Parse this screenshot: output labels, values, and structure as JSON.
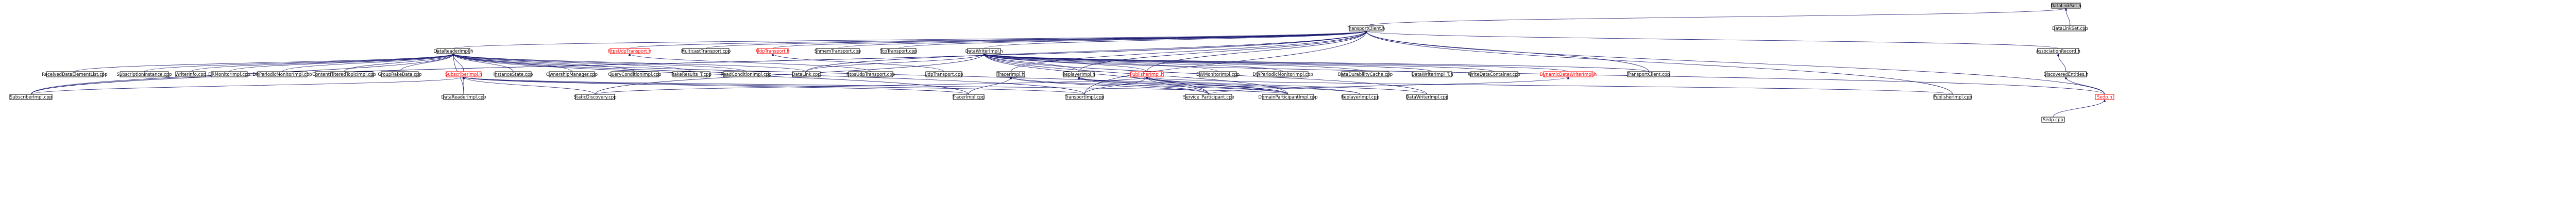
{
  "graph": {
    "edge_color": "#191970",
    "root_fill": "#bfbfbf",
    "red_label_color": "#ff0000",
    "nodes": {
      "datalinkset_h": {
        "label": "DataLinkSet.h",
        "root": true
      },
      "datalinkset_cpp": {
        "label": "DataLinkSet.cpp"
      },
      "transportclient_h": {
        "label": "TransportClient.h"
      },
      "datareaderimpl_h": {
        "label": "DataReaderImpl.h"
      },
      "rtpsudptransport_h": {
        "label": "RtpsUdpTransport.h",
        "red": true
      },
      "multicasttransport_cpp": {
        "label": "MulticastTransport.cpp"
      },
      "udptransport_h": {
        "label": "UdpTransport.h",
        "red": true
      },
      "shmemtransport_cpp": {
        "label": "ShmemTransport.cpp"
      },
      "tcptransport_cpp": {
        "label": "TcpTransport.cpp"
      },
      "datawriterimpl_h": {
        "label": "DataWriterImpl.h"
      },
      "associationrecord_h": {
        "label": "AssociationRecord.h"
      },
      "receiveddataelementlist_cpp": {
        "label": "ReceivedDataElementList.cpp"
      },
      "subscriptioninstance_cpp": {
        "label": "SubscriptionInstance.cpp"
      },
      "writerinfo_cpp": {
        "label": "WriterInfo.cpp"
      },
      "drmonitorimpl_cpp": {
        "label": "DRMonitorImpl.cpp"
      },
      "drperiodicmonitorimpl_cpp": {
        "label": "DRPeriodicMonitorImpl.cpp"
      },
      "contentfilteredtopicimpl_cpp": {
        "label": "ContentFilteredTopicImpl.cpp"
      },
      "groupraketdata_cpp": {
        "label": "GroupRakeData.cpp"
      },
      "subscriberimpl_h": {
        "label": "SubscriberImpl.h",
        "red": true
      },
      "instancestate_cpp": {
        "label": "InstanceState.cpp"
      },
      "ownershipmanager_cpp": {
        "label": "OwnershipManager.cpp"
      },
      "queryconditionimpl_cpp": {
        "label": "QueryConditionImpl.cpp"
      },
      "rakeresults_t_cpp": {
        "label": "RakeResults_T.cpp"
      },
      "readconditionimpl_cpp": {
        "label": "ReadConditionImpl.cpp"
      },
      "datalink_cpp": {
        "label": "DataLink.cpp"
      },
      "rtpsudptransport_cpp": {
        "label": "RtpsUdpTransport.cpp"
      },
      "udptransport_cpp": {
        "label": "UdpTransport.cpp"
      },
      "tracerimpl_h": {
        "label": "TracerImpl.h"
      },
      "replayerimpl_h": {
        "label": "ReplayerImpl.h"
      },
      "publisherimpl_h": {
        "label": "PublisherImpl.h",
        "red": true
      },
      "dwmonitorimpl_cpp": {
        "label": "DWMonitorImpl.cpp"
      },
      "dwperiodicmonitorimpl_cpp": {
        "label": "DWPeriodicMonitorImpl.cpp"
      },
      "datadurabilitycache_cpp": {
        "label": "DataDurabilityCache.cpp"
      },
      "datawriterimpl_t_h": {
        "label": "DataWriterImpl_T.h"
      },
      "writedatacontainer_cpp": {
        "label": "WriteDataContainer.cpp"
      },
      "dynamicdatawriterimpl_h": {
        "label": "DynamicDataWriterImpl.h",
        "red": true
      },
      "transportclient_cpp": {
        "label": "TransportClient.cpp"
      },
      "discoveredentities_h": {
        "label": "DiscoveredEntities.h"
      },
      "subscriberimpl_cpp": {
        "label": "SubscriberImpl.cpp"
      },
      "datareaderimpl_cpp": {
        "label": "DataReaderImpl.cpp"
      },
      "staticdiscovery_cpp": {
        "label": "StaticDiscovery.cpp"
      },
      "tracerimpl_cpp": {
        "label": "TracerImpl.cpp"
      },
      "transportimpl_cpp": {
        "label": "TransportImpl.cpp"
      },
      "service_participant_cpp": {
        "label": "Service_Participant.cpp"
      },
      "domainparticipantimpl_cpp": {
        "label": "DomainParticipantImpl.cpp"
      },
      "replayerimpl_cpp": {
        "label": "ReplayerImpl.cpp"
      },
      "datawriterimpl_cpp": {
        "label": "DataWriterImpl.cpp"
      },
      "publisherimpl_cpp": {
        "label": "PublisherImpl.cpp"
      },
      "sedp_h": {
        "label": "Sedp.h",
        "red": true
      },
      "sedp_cpp": {
        "label": "Sedp.cpp"
      }
    },
    "edges": [
      [
        "datalinkset_h",
        "datalinkset_cpp"
      ],
      [
        "datalinkset_h",
        "transportclient_h"
      ],
      [
        "transportclient_h",
        "datareaderimpl_h"
      ],
      [
        "transportclient_h",
        "rtpsudptransport_h"
      ],
      [
        "transportclient_h",
        "multicasttransport_cpp"
      ],
      [
        "transportclient_h",
        "udptransport_h"
      ],
      [
        "transportclient_h",
        "shmemtransport_cpp"
      ],
      [
        "transportclient_h",
        "tcptransport_cpp"
      ],
      [
        "transportclient_h",
        "datawriterimpl_h"
      ],
      [
        "transportclient_h",
        "associationrecord_h"
      ],
      [
        "transportclient_h",
        "datalink_cpp"
      ],
      [
        "transportclient_h",
        "transportclient_cpp"
      ],
      [
        "transportclient_h",
        "transportimpl_cpp"
      ],
      [
        "transportclient_h",
        "tracerimpl_h"
      ],
      [
        "transportclient_h",
        "replayerimpl_h"
      ],
      [
        "transportclient_h",
        "publisherimpl_h"
      ],
      [
        "transportclient_h",
        "subscriberimpl_cpp"
      ],
      [
        "transportclient_h",
        "sedp_h"
      ],
      [
        "transportclient_h",
        "publisherimpl_cpp"
      ],
      [
        "datareaderimpl_h",
        "receiveddataelementlist_cpp"
      ],
      [
        "datareaderimpl_h",
        "subscriptioninstance_cpp"
      ],
      [
        "datareaderimpl_h",
        "writerinfo_cpp"
      ],
      [
        "datareaderimpl_h",
        "drmonitorimpl_cpp"
      ],
      [
        "datareaderimpl_h",
        "drperiodicmonitorimpl_cpp"
      ],
      [
        "datareaderimpl_h",
        "contentfilteredtopicimpl_cpp"
      ],
      [
        "datareaderimpl_h",
        "groupraketdata_cpp"
      ],
      [
        "datareaderimpl_h",
        "subscriberimpl_h"
      ],
      [
        "datareaderimpl_h",
        "instancestate_cpp"
      ],
      [
        "datareaderimpl_h",
        "ownershipmanager_cpp"
      ],
      [
        "datareaderimpl_h",
        "queryconditionimpl_cpp"
      ],
      [
        "datareaderimpl_h",
        "rakeresults_t_cpp"
      ],
      [
        "datareaderimpl_h",
        "readconditionimpl_cpp"
      ],
      [
        "datareaderimpl_h",
        "datalink_cpp"
      ],
      [
        "datareaderimpl_h",
        "subscriberimpl_cpp"
      ],
      [
        "datareaderimpl_h",
        "datareaderimpl_cpp"
      ],
      [
        "datareaderimpl_h",
        "transportimpl_cpp"
      ],
      [
        "datareaderimpl_h",
        "domainparticipantimpl_cpp"
      ],
      [
        "rtpsudptransport_h",
        "rtpsudptransport_cpp"
      ],
      [
        "udptransport_h",
        "udptransport_cpp"
      ],
      [
        "datawriterimpl_h",
        "dwmonitorimpl_cpp"
      ],
      [
        "datawriterimpl_h",
        "dwperiodicmonitorimpl_cpp"
      ],
      [
        "datawriterimpl_h",
        "datadurabilitycache_cpp"
      ],
      [
        "datawriterimpl_h",
        "datawriterimpl_t_h"
      ],
      [
        "datawriterimpl_h",
        "writedatacontainer_cpp"
      ],
      [
        "datawriterimpl_h",
        "dynamicdatawriterimpl_h"
      ],
      [
        "datawriterimpl_h",
        "transportclient_cpp"
      ],
      [
        "datawriterimpl_h",
        "publisherimpl_h"
      ],
      [
        "datawriterimpl_h",
        "replayerimpl_h"
      ],
      [
        "datawriterimpl_h",
        "datalink_cpp"
      ],
      [
        "datawriterimpl_h",
        "datawriterimpl_cpp"
      ],
      [
        "datawriterimpl_h",
        "domainparticipantimpl_cpp"
      ],
      [
        "datawriterimpl_h",
        "service_participant_cpp"
      ],
      [
        "datawriterimpl_h",
        "staticdiscovery_cpp"
      ],
      [
        "datawriterimpl_h",
        "sedp_h"
      ],
      [
        "associationrecord_h",
        "discoveredentities_h"
      ],
      [
        "discoveredentities_h",
        "sedp_h"
      ],
      [
        "subscriberimpl_h",
        "subscriberimpl_cpp"
      ],
      [
        "subscriberimpl_h",
        "datareaderimpl_cpp"
      ],
      [
        "subscriberimpl_h",
        "staticdiscovery_cpp"
      ],
      [
        "subscriberimpl_h",
        "tracerimpl_cpp"
      ],
      [
        "subscriberimpl_h",
        "transportimpl_cpp"
      ],
      [
        "subscriberimpl_h",
        "domainparticipantimpl_cpp"
      ],
      [
        "tracerimpl_h",
        "tracerimpl_cpp"
      ],
      [
        "tracerimpl_h",
        "domainparticipantimpl_cpp"
      ],
      [
        "tracerimpl_h",
        "service_participant_cpp"
      ],
      [
        "replayerimpl_h",
        "replayerimpl_cpp"
      ],
      [
        "replayerimpl_h",
        "domainparticipantimpl_cpp"
      ],
      [
        "replayerimpl_h",
        "service_participant_cpp"
      ],
      [
        "publisherimpl_h",
        "publisherimpl_cpp"
      ],
      [
        "publisherimpl_h",
        "datawriterimpl_cpp"
      ],
      [
        "publisherimpl_h",
        "replayerimpl_cpp"
      ],
      [
        "publisherimpl_h",
        "domainparticipantimpl_cpp"
      ],
      [
        "publisherimpl_h",
        "service_participant_cpp"
      ],
      [
        "publisherimpl_h",
        "transportimpl_cpp"
      ],
      [
        "publisherimpl_h",
        "staticdiscovery_cpp"
      ],
      [
        "dynamicdatawriterimpl_h",
        "service_participant_cpp"
      ],
      [
        "sedp_h",
        "sedp_cpp"
      ],
      [
        "transportclient_h",
        "subscriberimpl_cpp"
      ],
      [
        "datareaderimpl_h",
        "tracerimpl_cpp"
      ]
    ]
  }
}
